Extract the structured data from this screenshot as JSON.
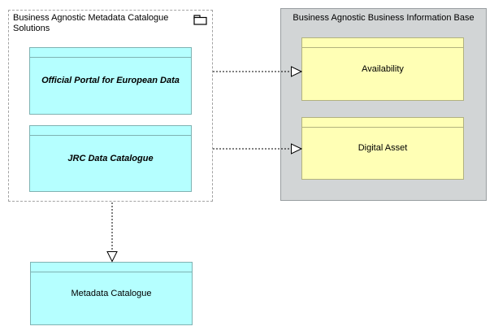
{
  "canvas": {
    "background": "#ffffff"
  },
  "groups": {
    "solutions": {
      "label": "Business Agnostic Metadata Catalogue Solutions",
      "fill": "#ffffff",
      "border_color": "#a3a3a3",
      "border_style": "dashed",
      "icon": "folder-icon"
    },
    "info_base": {
      "label": "Business Agnostic Business Information Base",
      "fill": "#d2d5d6",
      "border_color": "#999ea1",
      "border_style": "solid"
    }
  },
  "nodes": {
    "official_portal": {
      "label": "Official Portal for European Data",
      "fill": "#b5ffff",
      "border_color": "#7fb2b2",
      "text_style": "bold italic"
    },
    "jrc_data_catalogue": {
      "label": "JRC Data Catalogue",
      "fill": "#b5ffff",
      "border_color": "#7fb2b2",
      "text_style": "bold italic"
    },
    "availability": {
      "label": "Availability",
      "fill": "#ffffb5",
      "border_color": "#b2b27f",
      "text_style": "regular"
    },
    "digital_asset": {
      "label": "Digital Asset",
      "fill": "#ffffb5",
      "border_color": "#b2b27f",
      "text_style": "regular"
    },
    "metadata_catalogue": {
      "label": "Metadata Catalogue",
      "fill": "#b5ffff",
      "border_color": "#7fb2b2",
      "text_style": "regular"
    }
  },
  "connections": [
    {
      "from": "Official Portal for European Data",
      "to": "Availability",
      "line": "dotted",
      "arrowhead": "open-triangle"
    },
    {
      "from": "JRC Data Catalogue",
      "to": "Digital Asset",
      "line": "dotted",
      "arrowhead": "open-triangle"
    },
    {
      "from": "Business Agnostic Metadata Catalogue Solutions",
      "to": "Metadata Catalogue",
      "line": "dotted",
      "arrowhead": "open-triangle"
    }
  ]
}
